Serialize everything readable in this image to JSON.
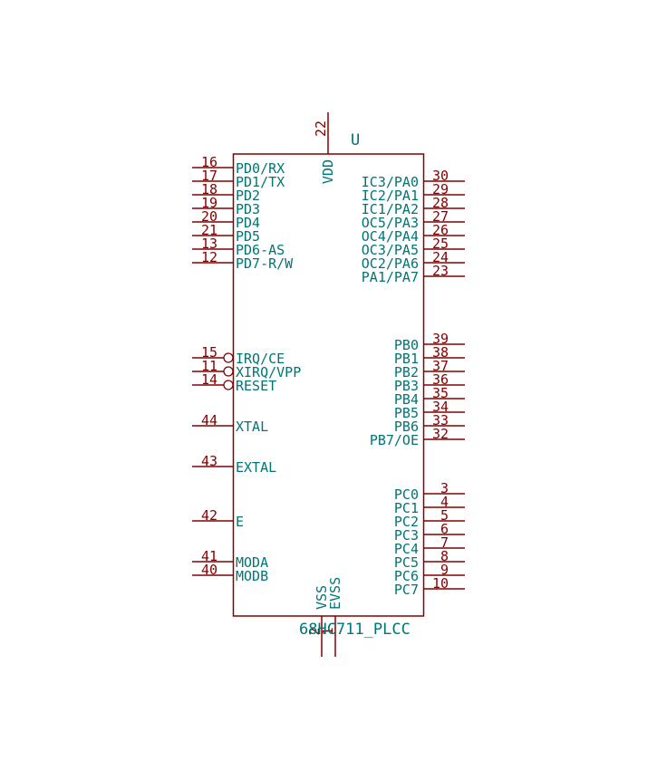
{
  "symbol": {
    "reference": "U",
    "value": "68HC711_PLCC"
  },
  "colors": {
    "outline": "#840000",
    "pin_number": "#840000",
    "pin_name": "#007575"
  },
  "left_pins": [
    {
      "num": "16",
      "name": "PD0/RX",
      "inverted": false
    },
    {
      "num": "17",
      "name": "PD1/TX",
      "inverted": false
    },
    {
      "num": "18",
      "name": "PD2",
      "inverted": false
    },
    {
      "num": "19",
      "name": "PD3",
      "inverted": false
    },
    {
      "num": "20",
      "name": "PD4",
      "inverted": false
    },
    {
      "num": "21",
      "name": "PD5",
      "inverted": false
    },
    {
      "num": "13",
      "name": "PD6-AS",
      "inverted": false
    },
    {
      "num": "12",
      "name": "PD7-R/W",
      "inverted": false
    },
    {
      "num": "15",
      "name": "IRQ/CE",
      "inverted": true
    },
    {
      "num": "11",
      "name": "XIRQ/VPP",
      "inverted": true
    },
    {
      "num": "14",
      "name": "RESET",
      "inverted": true
    },
    {
      "num": "44",
      "name": "XTAL",
      "inverted": false
    },
    {
      "num": "43",
      "name": "EXTAL",
      "inverted": false
    },
    {
      "num": "42",
      "name": "E",
      "inverted": false
    },
    {
      "num": "41",
      "name": "MODA",
      "inverted": false
    },
    {
      "num": "40",
      "name": "MODB",
      "inverted": false
    }
  ],
  "right_pins": [
    {
      "num": "30",
      "name": "IC3/PA0"
    },
    {
      "num": "29",
      "name": "IC2/PA1"
    },
    {
      "num": "28",
      "name": "IC1/PA2"
    },
    {
      "num": "27",
      "name": "OC5/PA3"
    },
    {
      "num": "26",
      "name": "OC4/PA4"
    },
    {
      "num": "25",
      "name": "OC3/PA5"
    },
    {
      "num": "24",
      "name": "OC2/PA6"
    },
    {
      "num": "23",
      "name": "PA1/PA7"
    },
    {
      "num": "39",
      "name": "PB0"
    },
    {
      "num": "38",
      "name": "PB1"
    },
    {
      "num": "37",
      "name": "PB2"
    },
    {
      "num": "36",
      "name": "PB3"
    },
    {
      "num": "35",
      "name": "PB4"
    },
    {
      "num": "34",
      "name": "PB5"
    },
    {
      "num": "33",
      "name": "PB6"
    },
    {
      "num": "32",
      "name": "PB7/OE"
    },
    {
      "num": "3",
      "name": "PC0"
    },
    {
      "num": "4",
      "name": "PC1"
    },
    {
      "num": "5",
      "name": "PC2"
    },
    {
      "num": "6",
      "name": "PC3"
    },
    {
      "num": "7",
      "name": "PC4"
    },
    {
      "num": "8",
      "name": "PC5"
    },
    {
      "num": "9",
      "name": "PC6"
    },
    {
      "num": "10",
      "name": "PC7"
    }
  ],
  "top_pins": [
    {
      "num": "22",
      "name": "VDD"
    }
  ],
  "bottom_pins": [
    {
      "num": "2",
      "name": "VSS"
    },
    {
      "num": "1",
      "name": "EVSS"
    }
  ]
}
